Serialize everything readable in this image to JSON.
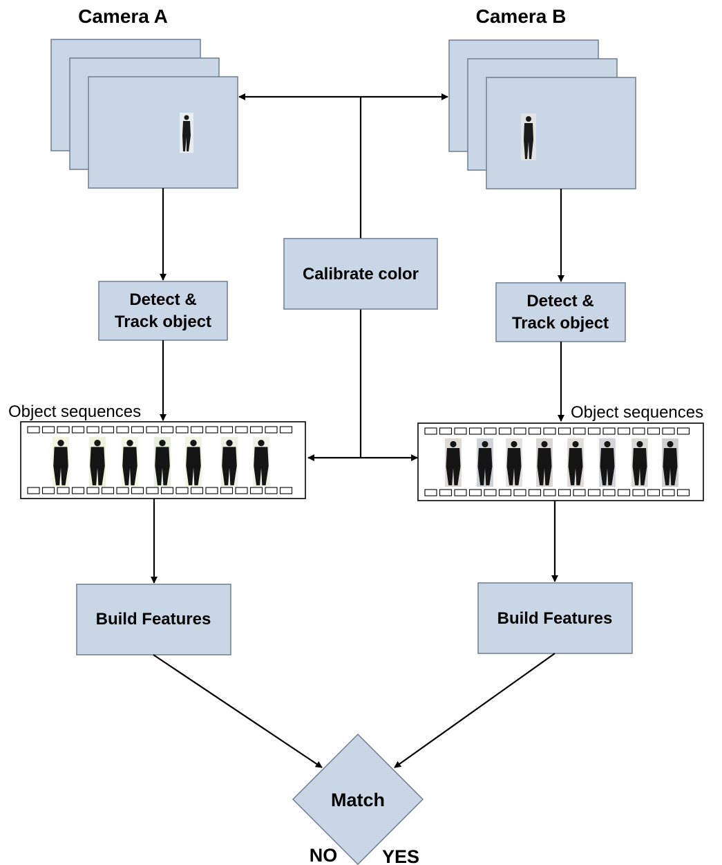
{
  "camera_a": {
    "title": "Camera A"
  },
  "camera_b": {
    "title": "Camera B"
  },
  "calibrate": {
    "label": "Calibrate color"
  },
  "detect_a": {
    "line1": "Detect &",
    "line2": "Track object"
  },
  "detect_b": {
    "line1": "Detect &",
    "line2": "Track object"
  },
  "seq_a": {
    "label": "Object sequences"
  },
  "seq_b": {
    "label": "Object sequences"
  },
  "features_a": {
    "label": "Build Features"
  },
  "features_b": {
    "label": "Build Features"
  },
  "match": {
    "label": "Match",
    "no_label": "NO",
    "yes_label": "YES"
  },
  "colors": {
    "box_fill": "#c9d6e6",
    "box_stroke": "#6d7d91",
    "line": "#000000"
  }
}
